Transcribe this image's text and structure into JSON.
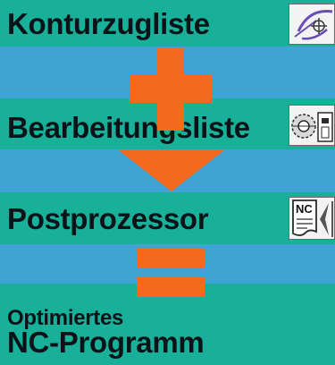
{
  "steps": [
    {
      "label": "Konturzugliste",
      "icon": "contour-drawing-icon"
    },
    {
      "label": "Bearbeitungsliste",
      "icon": "tool-processing-icon"
    },
    {
      "label": "Postprozessor",
      "icon": "nc-document-icon"
    }
  ],
  "result": {
    "line1": "Optimiertes",
    "line2": "NC-Programm"
  },
  "icon_texts": {
    "nc": "NC"
  },
  "operators": [
    "plus",
    "arrow-down",
    "equals"
  ],
  "colors": {
    "green": "#19b099",
    "blue": "#3fa3d4",
    "orange": "#f4691e",
    "text": "#0b1318"
  }
}
